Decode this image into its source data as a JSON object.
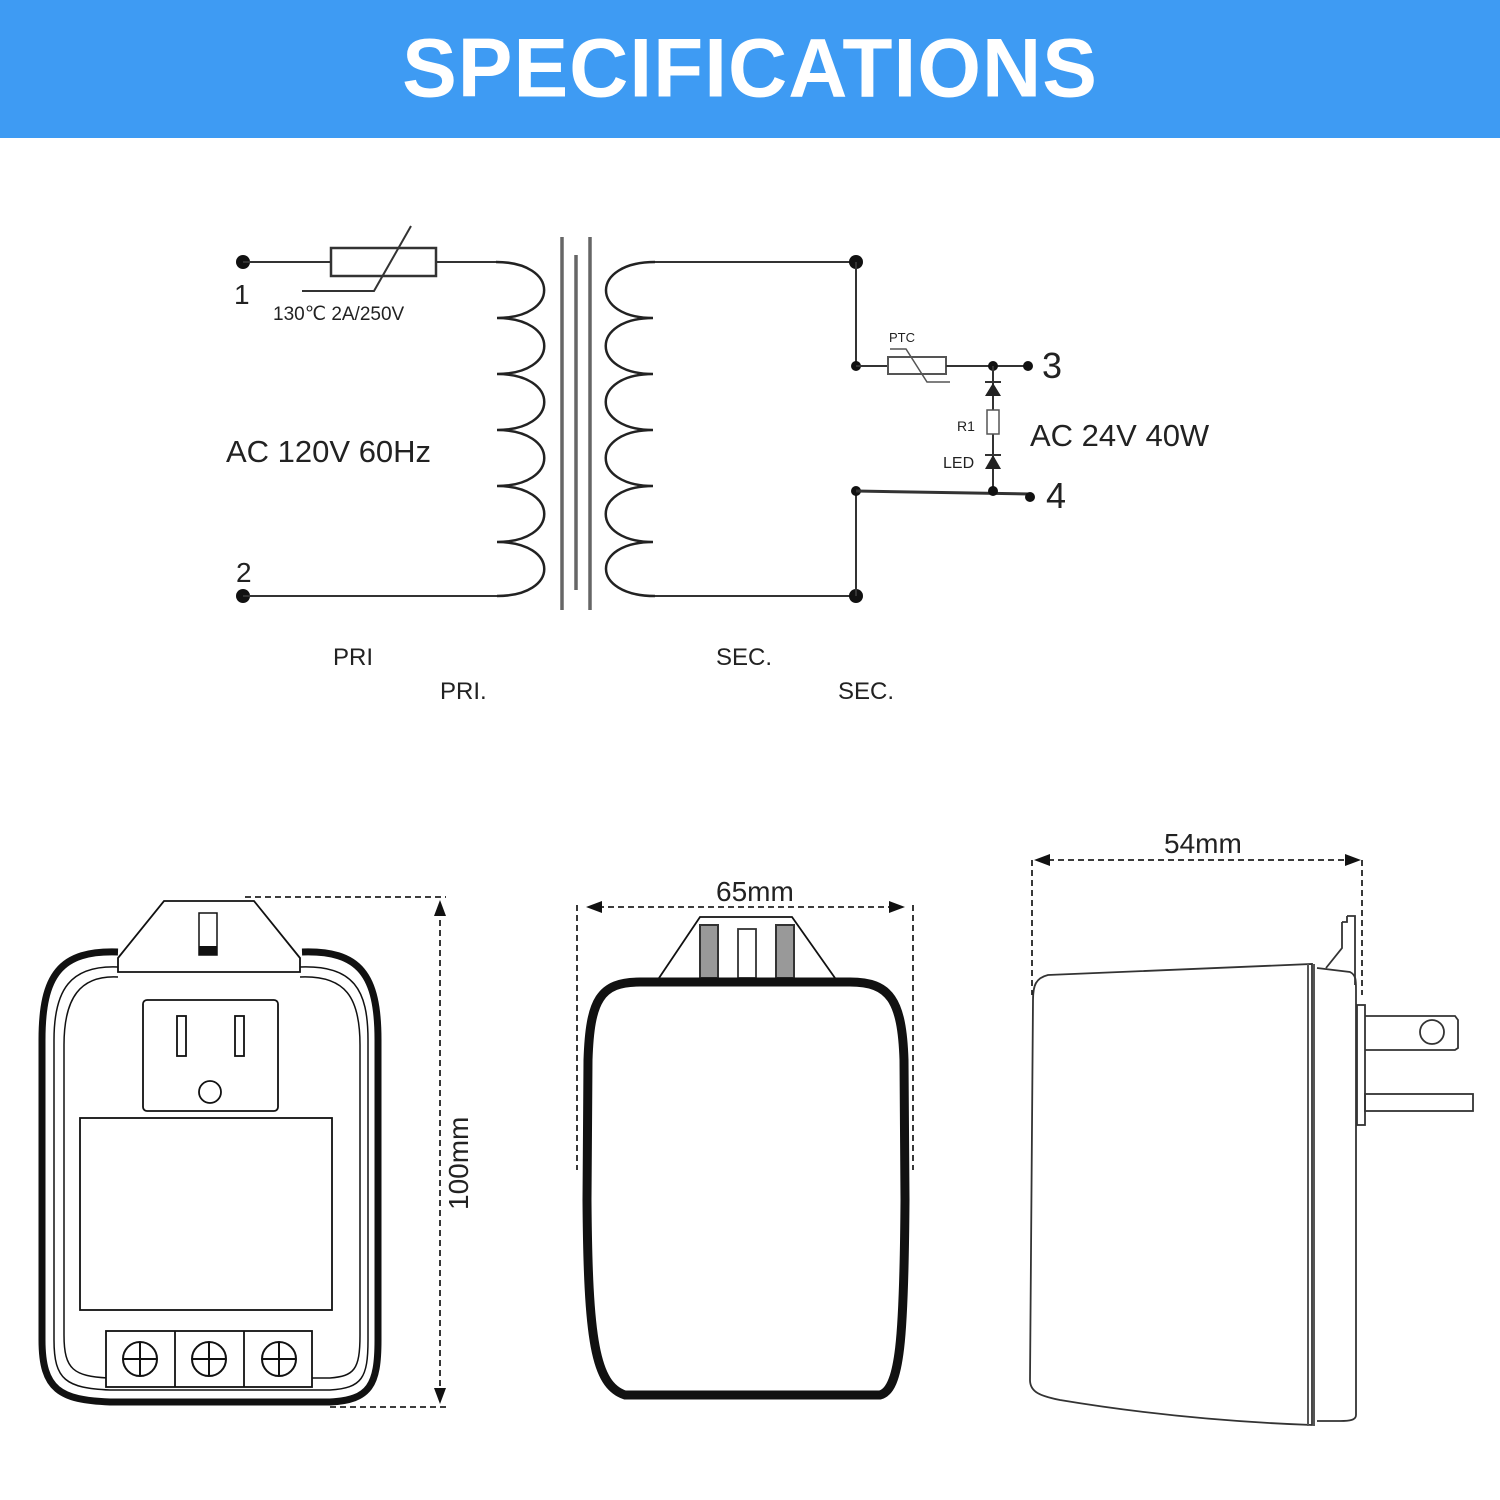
{
  "header": {
    "title": "SPECIFICATIONS",
    "background": "#3e9bf3",
    "text_color": "#ffffff"
  },
  "schematic": {
    "terminals": {
      "t1": "1",
      "t2": "2",
      "t3": "3",
      "t4": "4"
    },
    "fuse_label": "130℃ 2A/250V",
    "input_label": "AC 120V 60Hz",
    "ptc_label": "PTC",
    "resistor_label": "R1",
    "led_label": "LED",
    "output_label": "AC 24V 40W",
    "primary_labels": [
      "PRI",
      "PRI."
    ],
    "secondary_labels": [
      "SEC.",
      "SEC."
    ]
  },
  "dimensions": {
    "height": "100mm",
    "width": "65mm",
    "depth": "54mm"
  },
  "views": {
    "front": {
      "terminal_screws": 3
    },
    "top": {},
    "side": {}
  }
}
